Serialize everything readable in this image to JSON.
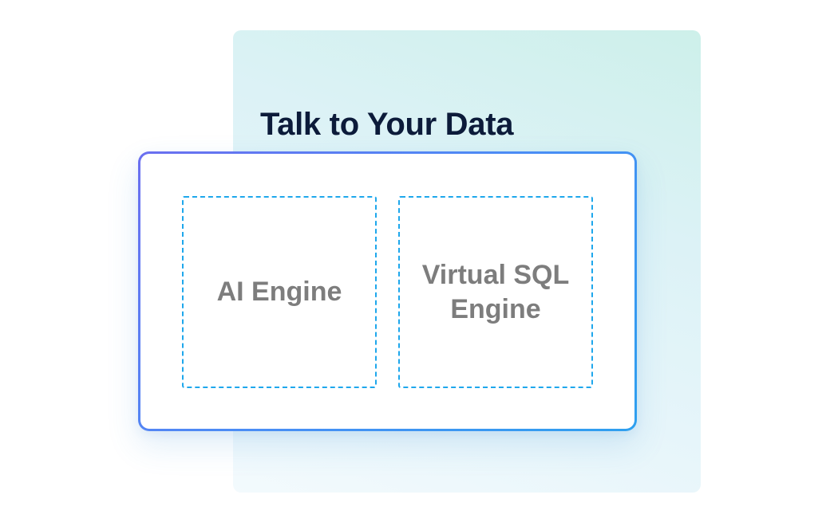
{
  "diagram": {
    "title": "Talk to Your Data",
    "engines": [
      {
        "label": "AI Engine"
      },
      {
        "label": "Virtual SQL Engine"
      }
    ]
  },
  "colors": {
    "title": "#0c1b3a",
    "card_border_start": "#6b6ff0",
    "card_border_end": "#2ea0ef",
    "dashed_border": "#1ea7ec",
    "engine_text": "#7d7d7d",
    "panel_teal": "#cdf0ea"
  }
}
